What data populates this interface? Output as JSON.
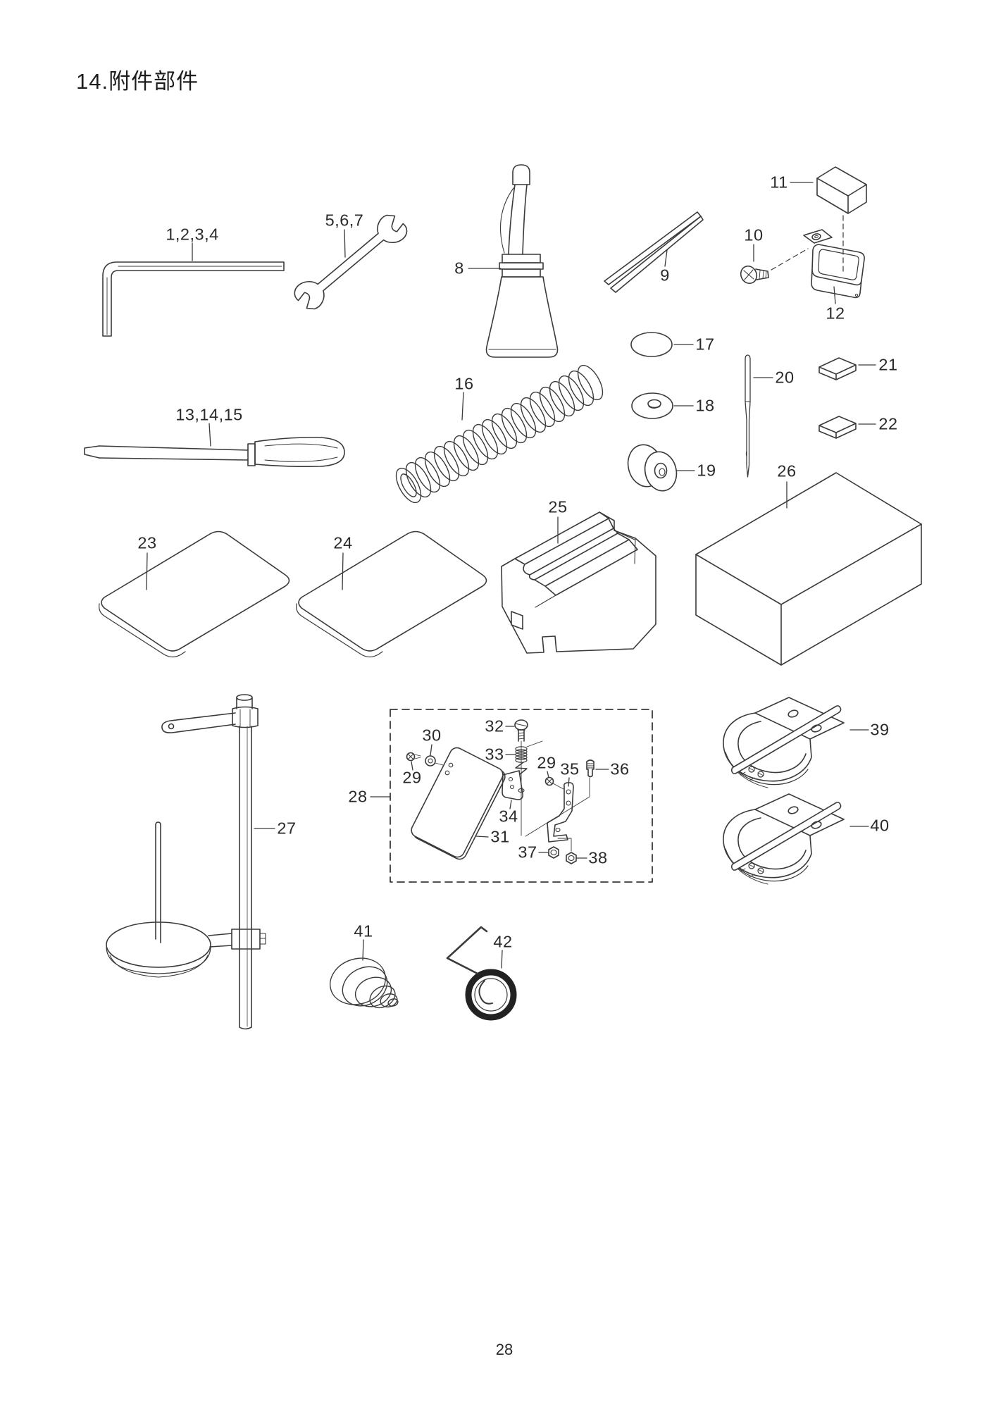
{
  "title": "14.附件部件",
  "page_number": "28",
  "colors": {
    "line": "#3a3a3a",
    "background": "#ffffff",
    "dark_ring": "#222222"
  },
  "labels": [
    {
      "text": "1,2,3,4"
    },
    {
      "text": "5,6,7"
    },
    {
      "text": "8"
    },
    {
      "text": "9"
    },
    {
      "text": "10"
    },
    {
      "text": "11"
    },
    {
      "text": "12"
    },
    {
      "text": "13,14,15"
    },
    {
      "text": "16"
    },
    {
      "text": "17"
    },
    {
      "text": "18"
    },
    {
      "text": "19"
    },
    {
      "text": "20"
    },
    {
      "text": "21"
    },
    {
      "text": "22"
    },
    {
      "text": "23"
    },
    {
      "text": "24"
    },
    {
      "text": "25"
    },
    {
      "text": "26"
    },
    {
      "text": "27"
    },
    {
      "text": "28"
    },
    {
      "text": "30"
    },
    {
      "text": "29"
    },
    {
      "text": "32"
    },
    {
      "text": "33"
    },
    {
      "text": "29"
    },
    {
      "text": "35"
    },
    {
      "text": "36"
    },
    {
      "text": "34"
    },
    {
      "text": "31"
    },
    {
      "text": "37"
    },
    {
      "text": "38"
    },
    {
      "text": "39"
    },
    {
      "text": "40"
    },
    {
      "text": "41"
    },
    {
      "text": "42"
    }
  ]
}
